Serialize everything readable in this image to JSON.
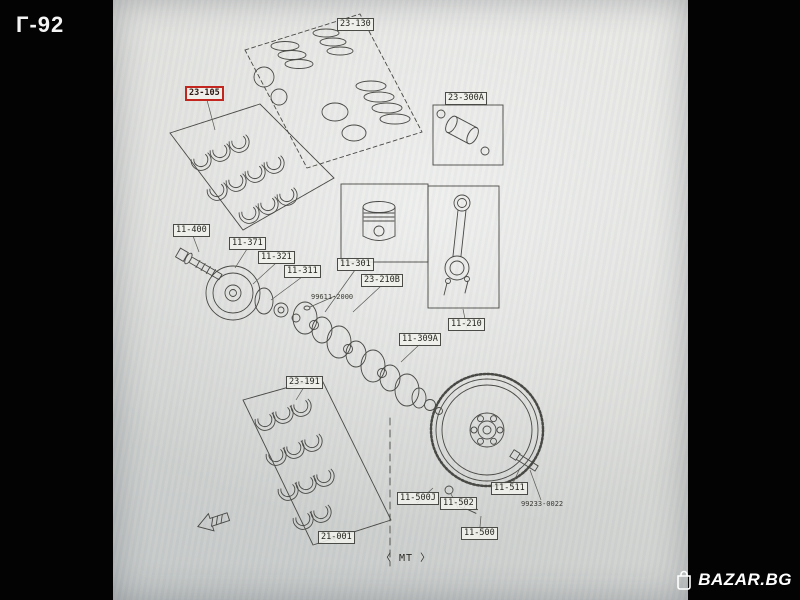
{
  "photo": {
    "handwritten_code": "Г-92",
    "watermark": "BAZAR.BG"
  },
  "diagram": {
    "highlight_color": "#c3261f",
    "labels": [
      {
        "text": "23-130",
        "highlighted": false
      },
      {
        "text": "23-105",
        "highlighted": true
      },
      {
        "text": "23-300A",
        "highlighted": false
      },
      {
        "text": "11-400",
        "highlighted": false
      },
      {
        "text": "11-371",
        "highlighted": false
      },
      {
        "text": "11-321",
        "highlighted": false
      },
      {
        "text": "11-311",
        "highlighted": false
      },
      {
        "text": "11-301",
        "highlighted": false
      },
      {
        "text": "23-210B",
        "highlighted": false
      },
      {
        "text": "11-210",
        "highlighted": false
      },
      {
        "text": "11-309A",
        "highlighted": false
      },
      {
        "text": "23-191",
        "highlighted": false
      },
      {
        "text": "11-500J",
        "highlighted": false
      },
      {
        "text": "11-502",
        "highlighted": false
      },
      {
        "text": "11-511",
        "highlighted": false
      },
      {
        "text": "11-500",
        "highlighted": false
      },
      {
        "text": "21-001",
        "highlighted": false
      }
    ],
    "ref_numbers": [
      {
        "text": "99611-2000"
      },
      {
        "text": "99233-0022"
      }
    ],
    "transmission_note": "〈 MT 〉"
  }
}
